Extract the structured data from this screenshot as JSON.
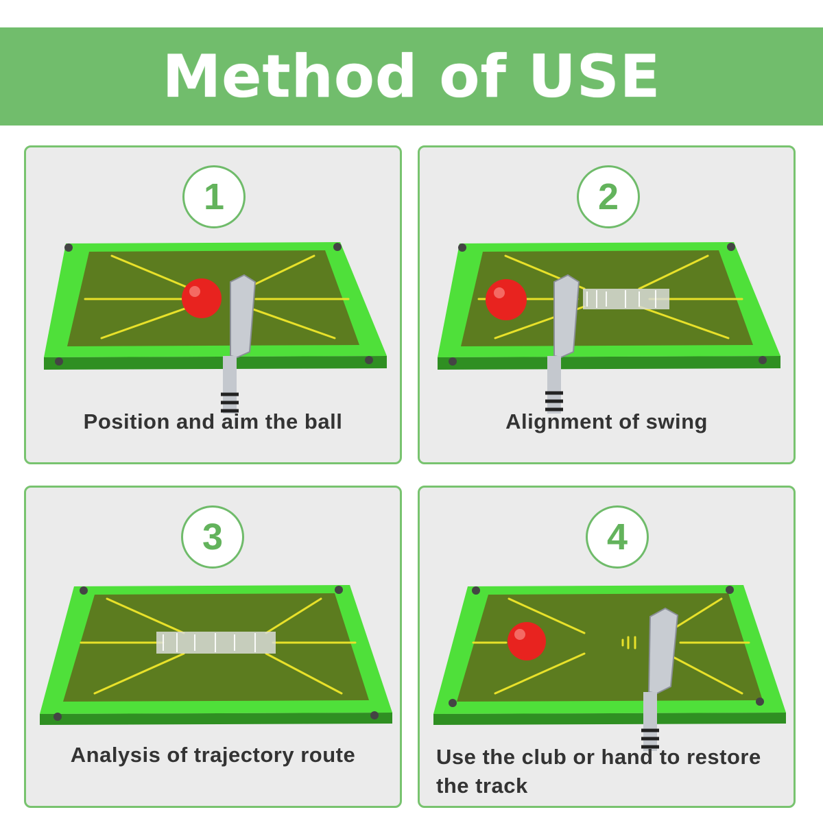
{
  "header": {
    "title": "Method of USE"
  },
  "colors": {
    "banner": "#71bd6c",
    "panel_border": "#78c36f",
    "panel_bg": "#ebebeb",
    "mat_outer": "#4fe03a",
    "mat_inner": "#5c7c1f",
    "guide_lines": "#e8e12a",
    "ball": "#e8231f"
  },
  "steps": [
    {
      "number": "1",
      "caption": "Position and aim the ball",
      "illustration": [
        "golf-mat",
        "red-ball",
        "iron-club"
      ]
    },
    {
      "number": "2",
      "caption": "Alignment of swing",
      "illustration": [
        "golf-mat",
        "red-ball",
        "iron-club",
        "swing-track"
      ]
    },
    {
      "number": "3",
      "caption": "Analysis of trajectory route",
      "illustration": [
        "golf-mat",
        "swing-track"
      ]
    },
    {
      "number": "4",
      "caption": "Use the club or hand to restore the track",
      "illustration": [
        "golf-mat",
        "red-ball",
        "iron-club"
      ]
    }
  ]
}
